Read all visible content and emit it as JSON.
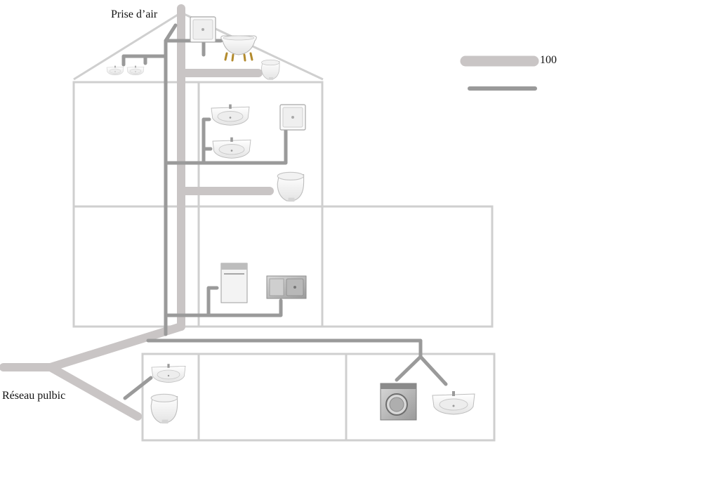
{
  "labels": {
    "air_intake": "Prise d’air",
    "public_network": "Réseau pulbic",
    "legend_value": "100"
  },
  "colors": {
    "background": "#ffffff",
    "wall": "#cfcfcf",
    "main_pipe": "#c9c5c5",
    "branch_pipe": "#9a9a9a",
    "fixture_fill": "#f7f7f7",
    "fixture_stroke": "#bfbfbf",
    "appliance": "#8e8e8e",
    "brass": "#b38b2e"
  },
  "fixtures": [
    {
      "name": "shower-tray-icon",
      "level": "attic"
    },
    {
      "name": "bathtub-icon",
      "level": "attic"
    },
    {
      "name": "washbasin-icon",
      "level": "attic"
    },
    {
      "name": "washbasin-icon",
      "level": "attic"
    },
    {
      "name": "wall-toilet-icon",
      "level": "attic"
    },
    {
      "name": "washbasin-icon",
      "level": "upper-floor"
    },
    {
      "name": "washbasin-icon",
      "level": "upper-floor"
    },
    {
      "name": "shower-tray-icon",
      "level": "upper-floor"
    },
    {
      "name": "wall-toilet-icon",
      "level": "upper-floor"
    },
    {
      "name": "dishwasher-icon",
      "level": "ground-floor"
    },
    {
      "name": "kitchen-sink-icon",
      "level": "ground-floor"
    },
    {
      "name": "washbasin-icon",
      "level": "basement"
    },
    {
      "name": "wall-toilet-icon",
      "level": "basement"
    },
    {
      "name": "washing-machine-icon",
      "level": "basement"
    },
    {
      "name": "washbasin-icon",
      "level": "basement"
    }
  ]
}
